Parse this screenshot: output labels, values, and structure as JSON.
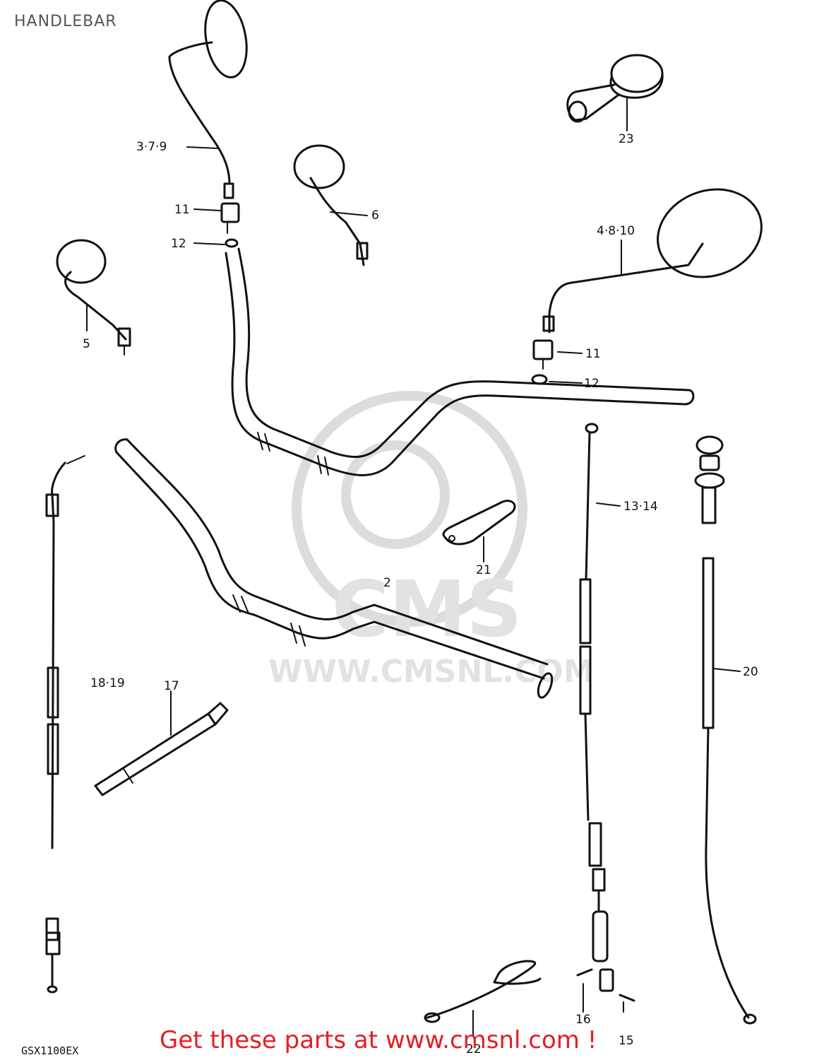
{
  "title": "HANDLEBAR",
  "model": "GSX1100EX",
  "footer": "Get these parts at www.cmsnl.com !",
  "watermark": {
    "logo": "CMS",
    "url": "WWW.CMSNL.COM"
  },
  "callouts": {
    "c379": "3·7·9",
    "c11a": "11",
    "c12a": "12",
    "c6": "6",
    "c5": "5",
    "c23": "23",
    "c4810": "4·8·10",
    "c11b": "11",
    "c12b": "12",
    "c1314": "13·14",
    "c21": "21",
    "c2": "2",
    "c1819": "18·19",
    "c17": "17",
    "c20": "20",
    "c16": "16",
    "c22": "22",
    "c15": "15"
  }
}
